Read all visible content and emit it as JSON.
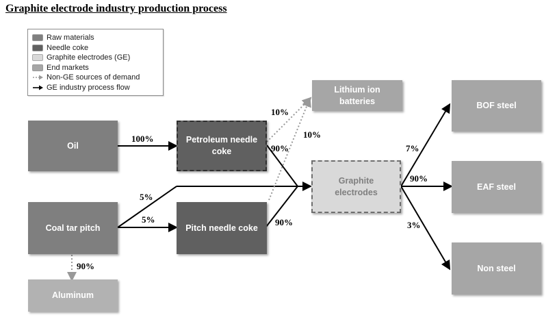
{
  "title": "Graphite electrode industry production process",
  "legend": {
    "items": [
      {
        "label": "Raw materials",
        "swatch": "raw_materials"
      },
      {
        "label": "Needle coke",
        "swatch": "needle_coke"
      },
      {
        "label": "Graphite electrodes (GE)",
        "swatch": "graphite_electrodes"
      },
      {
        "label": "End markets",
        "swatch": "end_markets"
      },
      {
        "label": "Non-GE sources of demand",
        "icon": "dashed-arrow"
      },
      {
        "label": "GE industry process flow",
        "icon": "solid-arrow"
      }
    ]
  },
  "nodes": {
    "oil": {
      "label": "Oil"
    },
    "coal_tar_pitch": {
      "label": "Coal tar pitch"
    },
    "aluminum": {
      "label": "Aluminum"
    },
    "petroleum_needle_coke": {
      "label": "Petroleum needle coke"
    },
    "pitch_needle_coke": {
      "label": "Pitch needle coke"
    },
    "lithium_ion_batteries": {
      "label": "Lithium ion batteries"
    },
    "graphite_electrodes": {
      "label": "Graphite electrodes"
    },
    "bof_steel": {
      "label": "BOF steel"
    },
    "eaf_steel": {
      "label": "EAF steel"
    },
    "non_steel": {
      "label": "Non steel"
    }
  },
  "flows": {
    "oil_to_petroleum_coke": "100%",
    "coal_tar_pitch_to_graphite_electrodes": "5%",
    "coal_tar_pitch_to_pitch_coke": "5%",
    "coal_tar_pitch_to_aluminum": "90%",
    "petroleum_coke_to_graphite_electrodes": "90%",
    "petroleum_coke_to_lithium_batteries": "10%",
    "pitch_coke_to_lithium_batteries": "10%",
    "pitch_coke_to_graphite_electrodes": "90%",
    "graphite_electrodes_to_bof_steel": "7%",
    "graphite_electrodes_to_eaf_steel": "90%",
    "graphite_electrodes_to_non_steel": "3%"
  },
  "colors": {
    "raw_materials": "#7f7f7f",
    "needle_coke": "#606060",
    "graphite_electrodes": "#d9d9d9",
    "end_markets": "#a6a6a6",
    "aluminum_box": "#b2b2b2",
    "process_arrow": "#000000",
    "non_ge_arrow": "#999999"
  }
}
